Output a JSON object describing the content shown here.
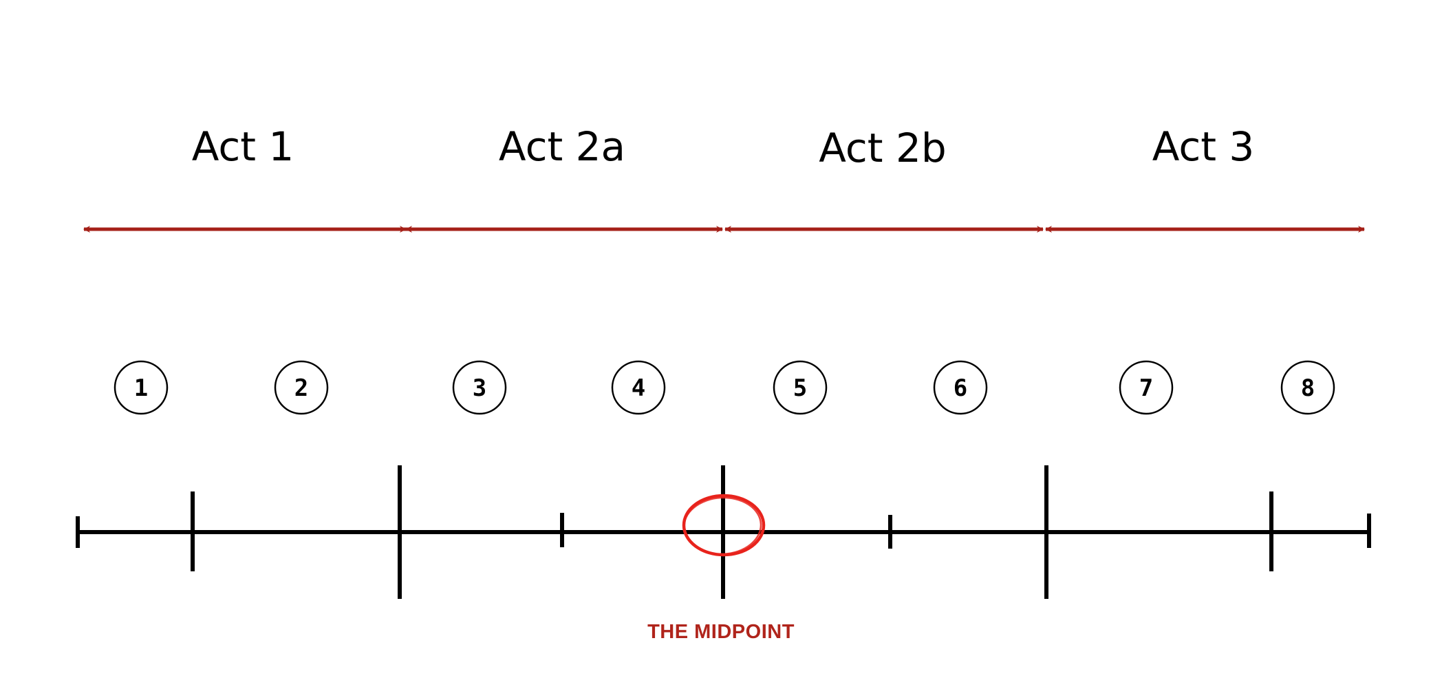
{
  "acts": [
    {
      "label": "Act 1"
    },
    {
      "label": "Act 2a"
    },
    {
      "label": "Act 2b"
    },
    {
      "label": "Act 3"
    }
  ],
  "steps": [
    "1",
    "2",
    "3",
    "4",
    "5",
    "6",
    "7",
    "8"
  ],
  "timeline": {
    "ticks": [
      {
        "kind": "end"
      },
      {
        "kind": "medium"
      },
      {
        "kind": "major"
      },
      {
        "kind": "minor"
      },
      {
        "kind": "major"
      },
      {
        "kind": "minor"
      },
      {
        "kind": "major"
      },
      {
        "kind": "medium"
      },
      {
        "kind": "end"
      }
    ]
  },
  "midpoint": {
    "label": "THE MIDPOINT",
    "marker": "red-circle"
  },
  "colors": {
    "arrow": "#a52018",
    "midpoint_circle": "#e8231c",
    "midpoint_text": "#b0241b",
    "line": "#000000"
  }
}
